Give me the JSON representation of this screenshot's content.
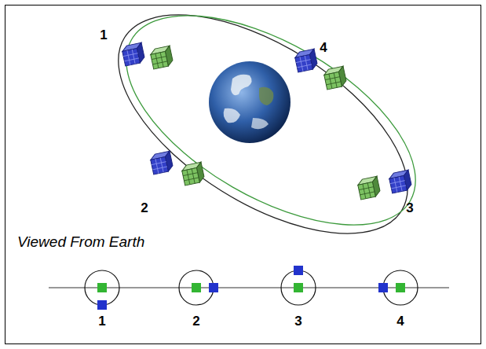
{
  "diagram": {
    "labels": [
      "1",
      "4",
      "2",
      "3",
      "Viewed From Earth",
      "1",
      "2",
      "3",
      "4"
    ]
  }
}
